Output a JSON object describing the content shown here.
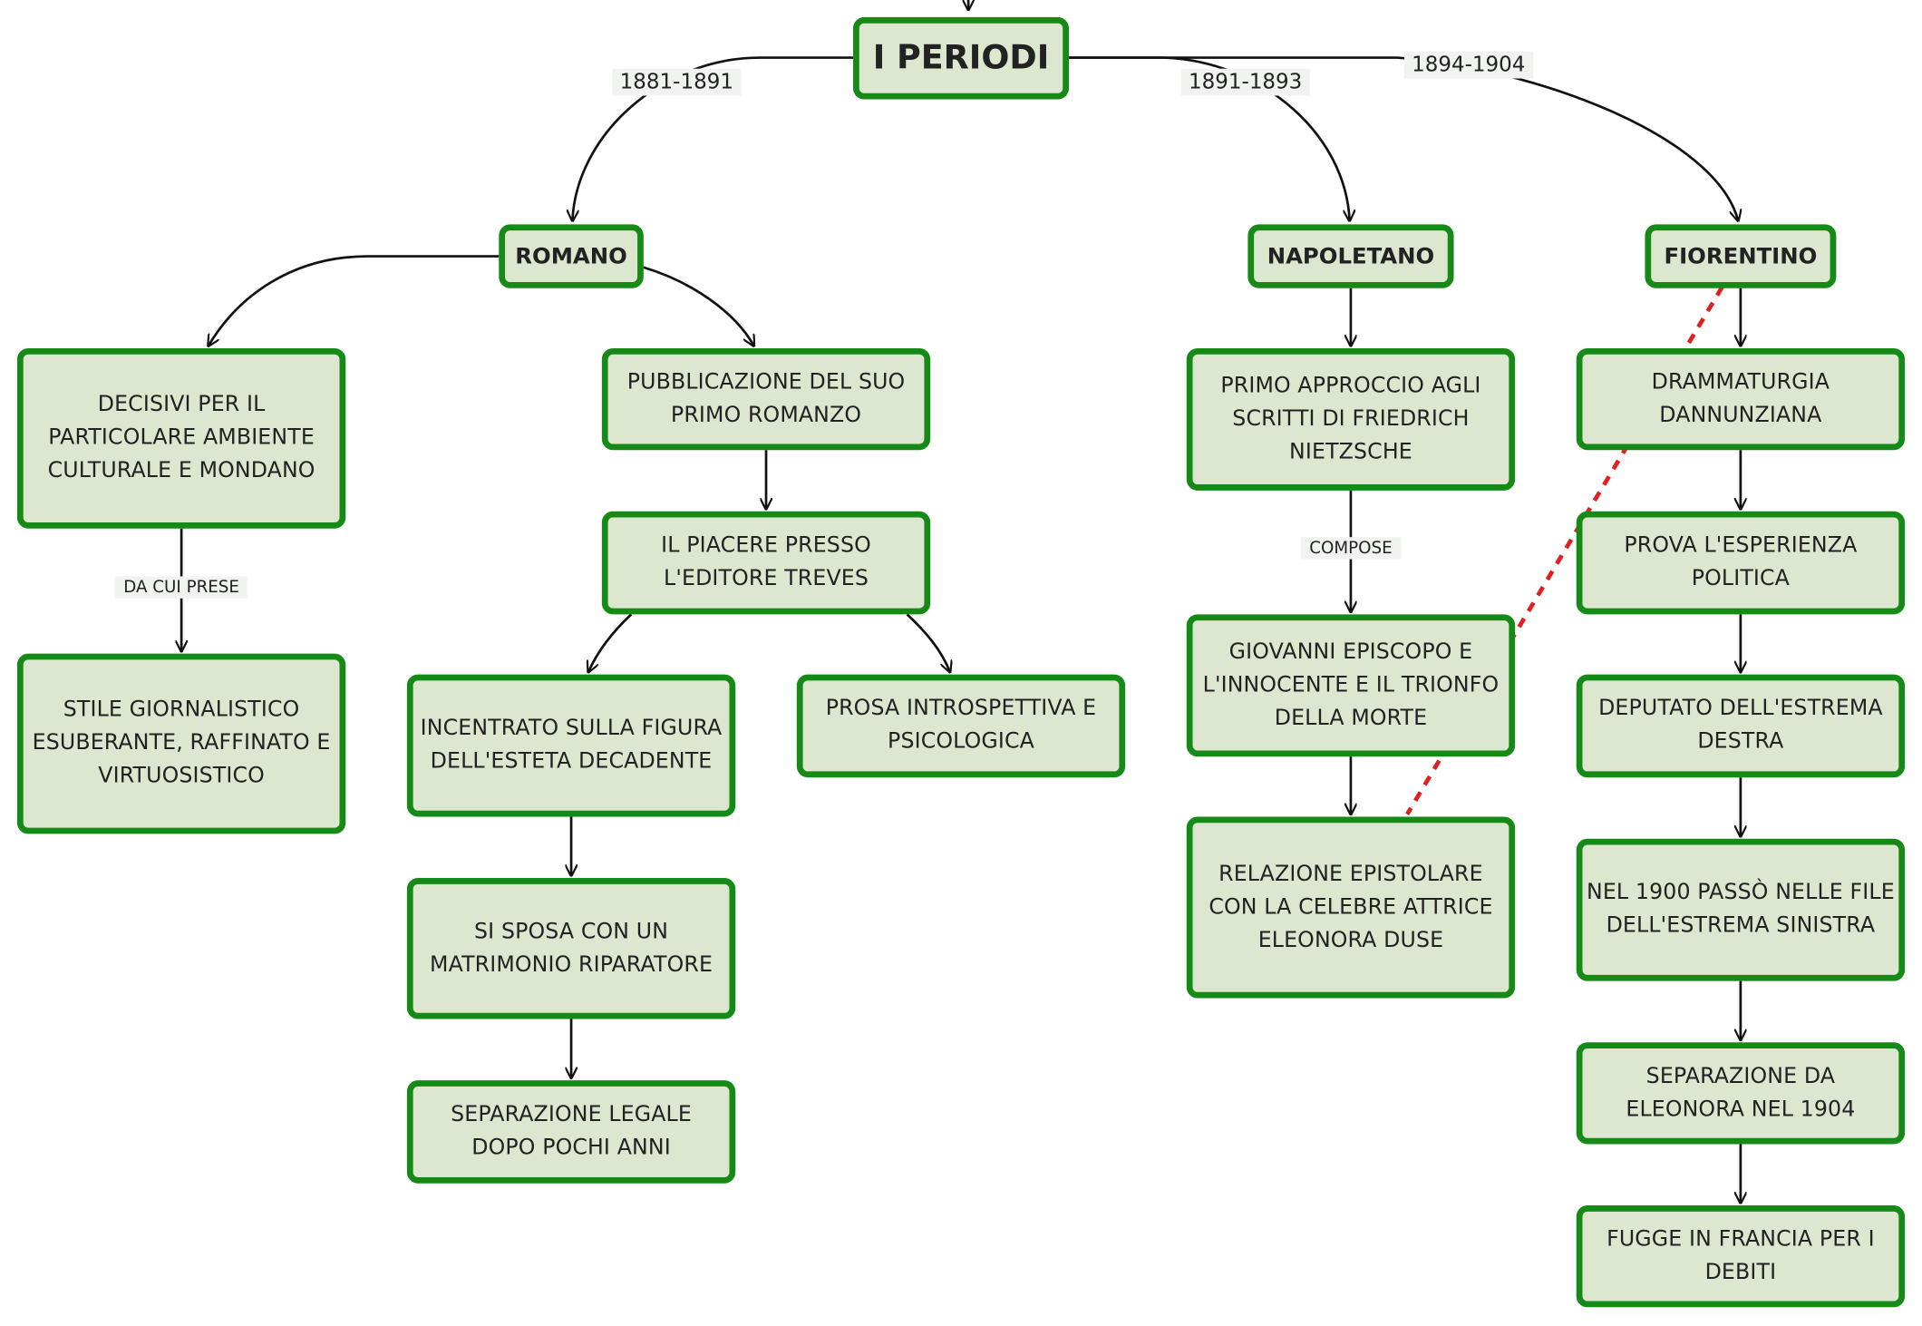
{
  "title": "I PERIODI",
  "periods": [
    {
      "name": "ROMANO",
      "years": "1881-1891"
    },
    {
      "name": "NAPOLETANO",
      "years": "1891-1893"
    },
    {
      "name": "FIORENTINO",
      "years": "1894-1904"
    }
  ],
  "romano": {
    "left": {
      "text": "DECISIVI PER IL\nPARTICOLARE AMBIENTE\nCULTURALE E MONDANO",
      "link": "DA CUI PRESE",
      "child": "STILE GIORNALISTICO\nESUBERANTE, RAFFINATO E\nVIRTUOSISTICO"
    },
    "right": {
      "publication": "PUBBLICAZIONE DEL SUO\nPRIMO ROMANZO",
      "novel": "IL PIACERE PRESSO\nL'EDITORE TREVES",
      "figure": "INCENTRATO SULLA FIGURA\nDELL'ESTETA DECADENTE",
      "prose": "PROSA INTROSPETTIVA E\nPSICOLOGICA",
      "marriage": "SI SPOSA CON UN\nMATRIMONIO RIPARATORE",
      "separation": "SEPARAZIONE LEGALE\nDOPO POCHI ANNI"
    }
  },
  "napoletano": {
    "nietzsche": "PRIMO APPROCCIO AGLI\nSCRITTI DI FRIEDRICH\nNIETZSCHE",
    "link": "COMPOSE",
    "works": "GIOVANNI EPISCOPO E\nL'INNOCENTE E IL TRIONFO\nDELLA MORTE",
    "duse": "RELAZIONE EPISTOLARE\nCON LA CELEBRE ATTRICE\nELEONORA DUSE"
  },
  "fiorentino": {
    "steps": [
      "DRAMMATURGIA\nDANNUNZIANA",
      "PROVA L'ESPERIENZA\nPOLITICA",
      "DEPUTATO DELL'ESTREMA\nDESTRA",
      "NEL 1900 PASSÒ NELLE FILE\nDELL'ESTREMA SINISTRA",
      "SEPARAZIONE DA\nELEONORA NEL 1904",
      "FUGGE IN FRANCIA PER I\nDEBITI"
    ]
  },
  "colors": {
    "node_fill": "#dde6cf",
    "node_border": "#168a16",
    "connector": "#111111",
    "cross_link": "#e02020",
    "label_bg": "#f1f3f1"
  }
}
